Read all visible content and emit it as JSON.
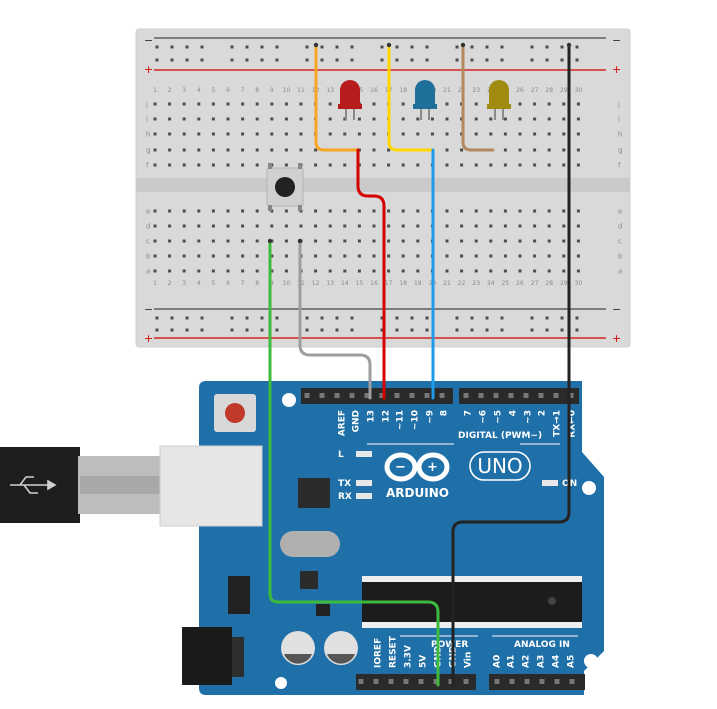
{
  "breadboard": {
    "rail_minus": "−",
    "rail_plus": "+",
    "row_letters_top": [
      "j",
      "i",
      "h",
      "g",
      "f"
    ],
    "row_letters_bottom": [
      "e",
      "d",
      "c",
      "b",
      "a"
    ],
    "columns": [
      1,
      2,
      3,
      4,
      5,
      6,
      7,
      8,
      9,
      10,
      11,
      12,
      13,
      14,
      15,
      16,
      17,
      18,
      19,
      20,
      21,
      22,
      23,
      24,
      25,
      26,
      27,
      28,
      29,
      30
    ]
  },
  "components": {
    "leds": [
      {
        "color": "#b71c1c"
      },
      {
        "color": "#1e6f9a"
      },
      {
        "color": "#a08b10"
      }
    ]
  },
  "wires": {
    "orange": "#f5a623",
    "yellow": "#ffd600",
    "brown": "#b5895f",
    "red": "#d50000",
    "blue": "#1e9be8",
    "black": "#222222",
    "green": "#3dbb3d",
    "gray": "#9e9e9e"
  },
  "arduino": {
    "color": "#1f6fa8",
    "top_header_labels": [
      "AREF",
      "GND",
      "13",
      "12",
      "~11",
      "~10",
      "~9",
      "8",
      "7",
      "~6",
      "~5",
      "4",
      "~3",
      "2",
      "TX→1",
      "RX←0"
    ],
    "digital_label": "DIGITAL (PWM~)",
    "led_labels": [
      "L",
      "TX",
      "RX"
    ],
    "on_label": "ON",
    "brand": "ARDUINO",
    "model": "UNO",
    "power_label": "POWER",
    "analog_label": "ANALOG IN",
    "power_pins": [
      "IOREF",
      "RESET",
      "3.3V",
      "5V",
      "GND",
      "GND",
      "Vin"
    ],
    "analog_pins": [
      "A0",
      "A1",
      "A2",
      "A3",
      "A4",
      "A5"
    ]
  }
}
